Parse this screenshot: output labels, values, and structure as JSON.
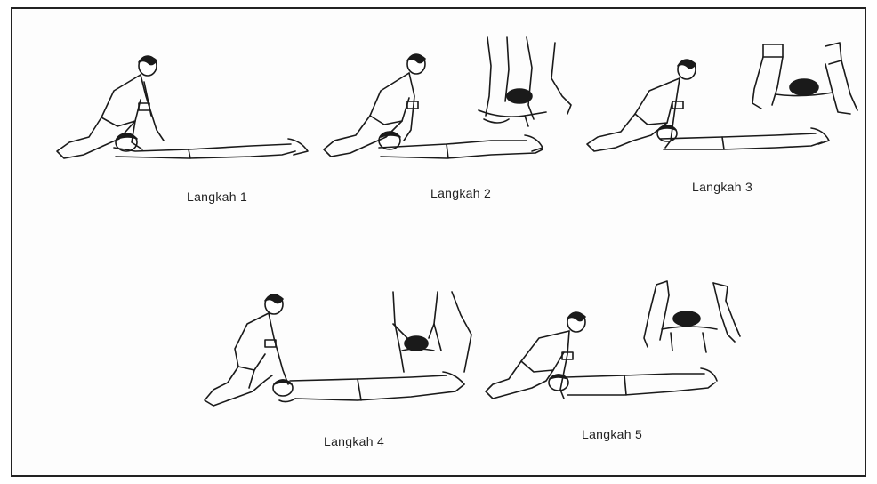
{
  "steps": [
    {
      "label": "Langkah 1"
    },
    {
      "label": "Langkah 2"
    },
    {
      "label": "Langkah 3"
    },
    {
      "label": "Langkah 4"
    },
    {
      "label": "Langkah 5"
    }
  ],
  "colors": {
    "ink": "#1a1a1a",
    "paper": "#fdfdfd",
    "frame": "#222222"
  }
}
